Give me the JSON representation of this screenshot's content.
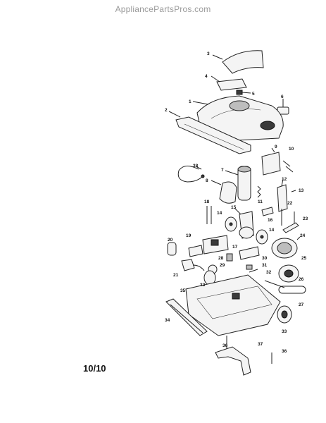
{
  "header": {
    "watermark": "AppliancePartsPros.com"
  },
  "footer": {
    "page_number": "10/10"
  },
  "callouts": [
    "1",
    "2",
    "3",
    "4",
    "5",
    "6",
    "7",
    "8",
    "9",
    "10",
    "11",
    "12",
    "13",
    "14",
    "15",
    "16",
    "17",
    "18",
    "19",
    "20",
    "21",
    "22",
    "23",
    "24",
    "25",
    "26",
    "27",
    "28",
    "29",
    "30",
    "31",
    "32",
    "33",
    "34",
    "35",
    "36",
    "37",
    "38"
  ]
}
